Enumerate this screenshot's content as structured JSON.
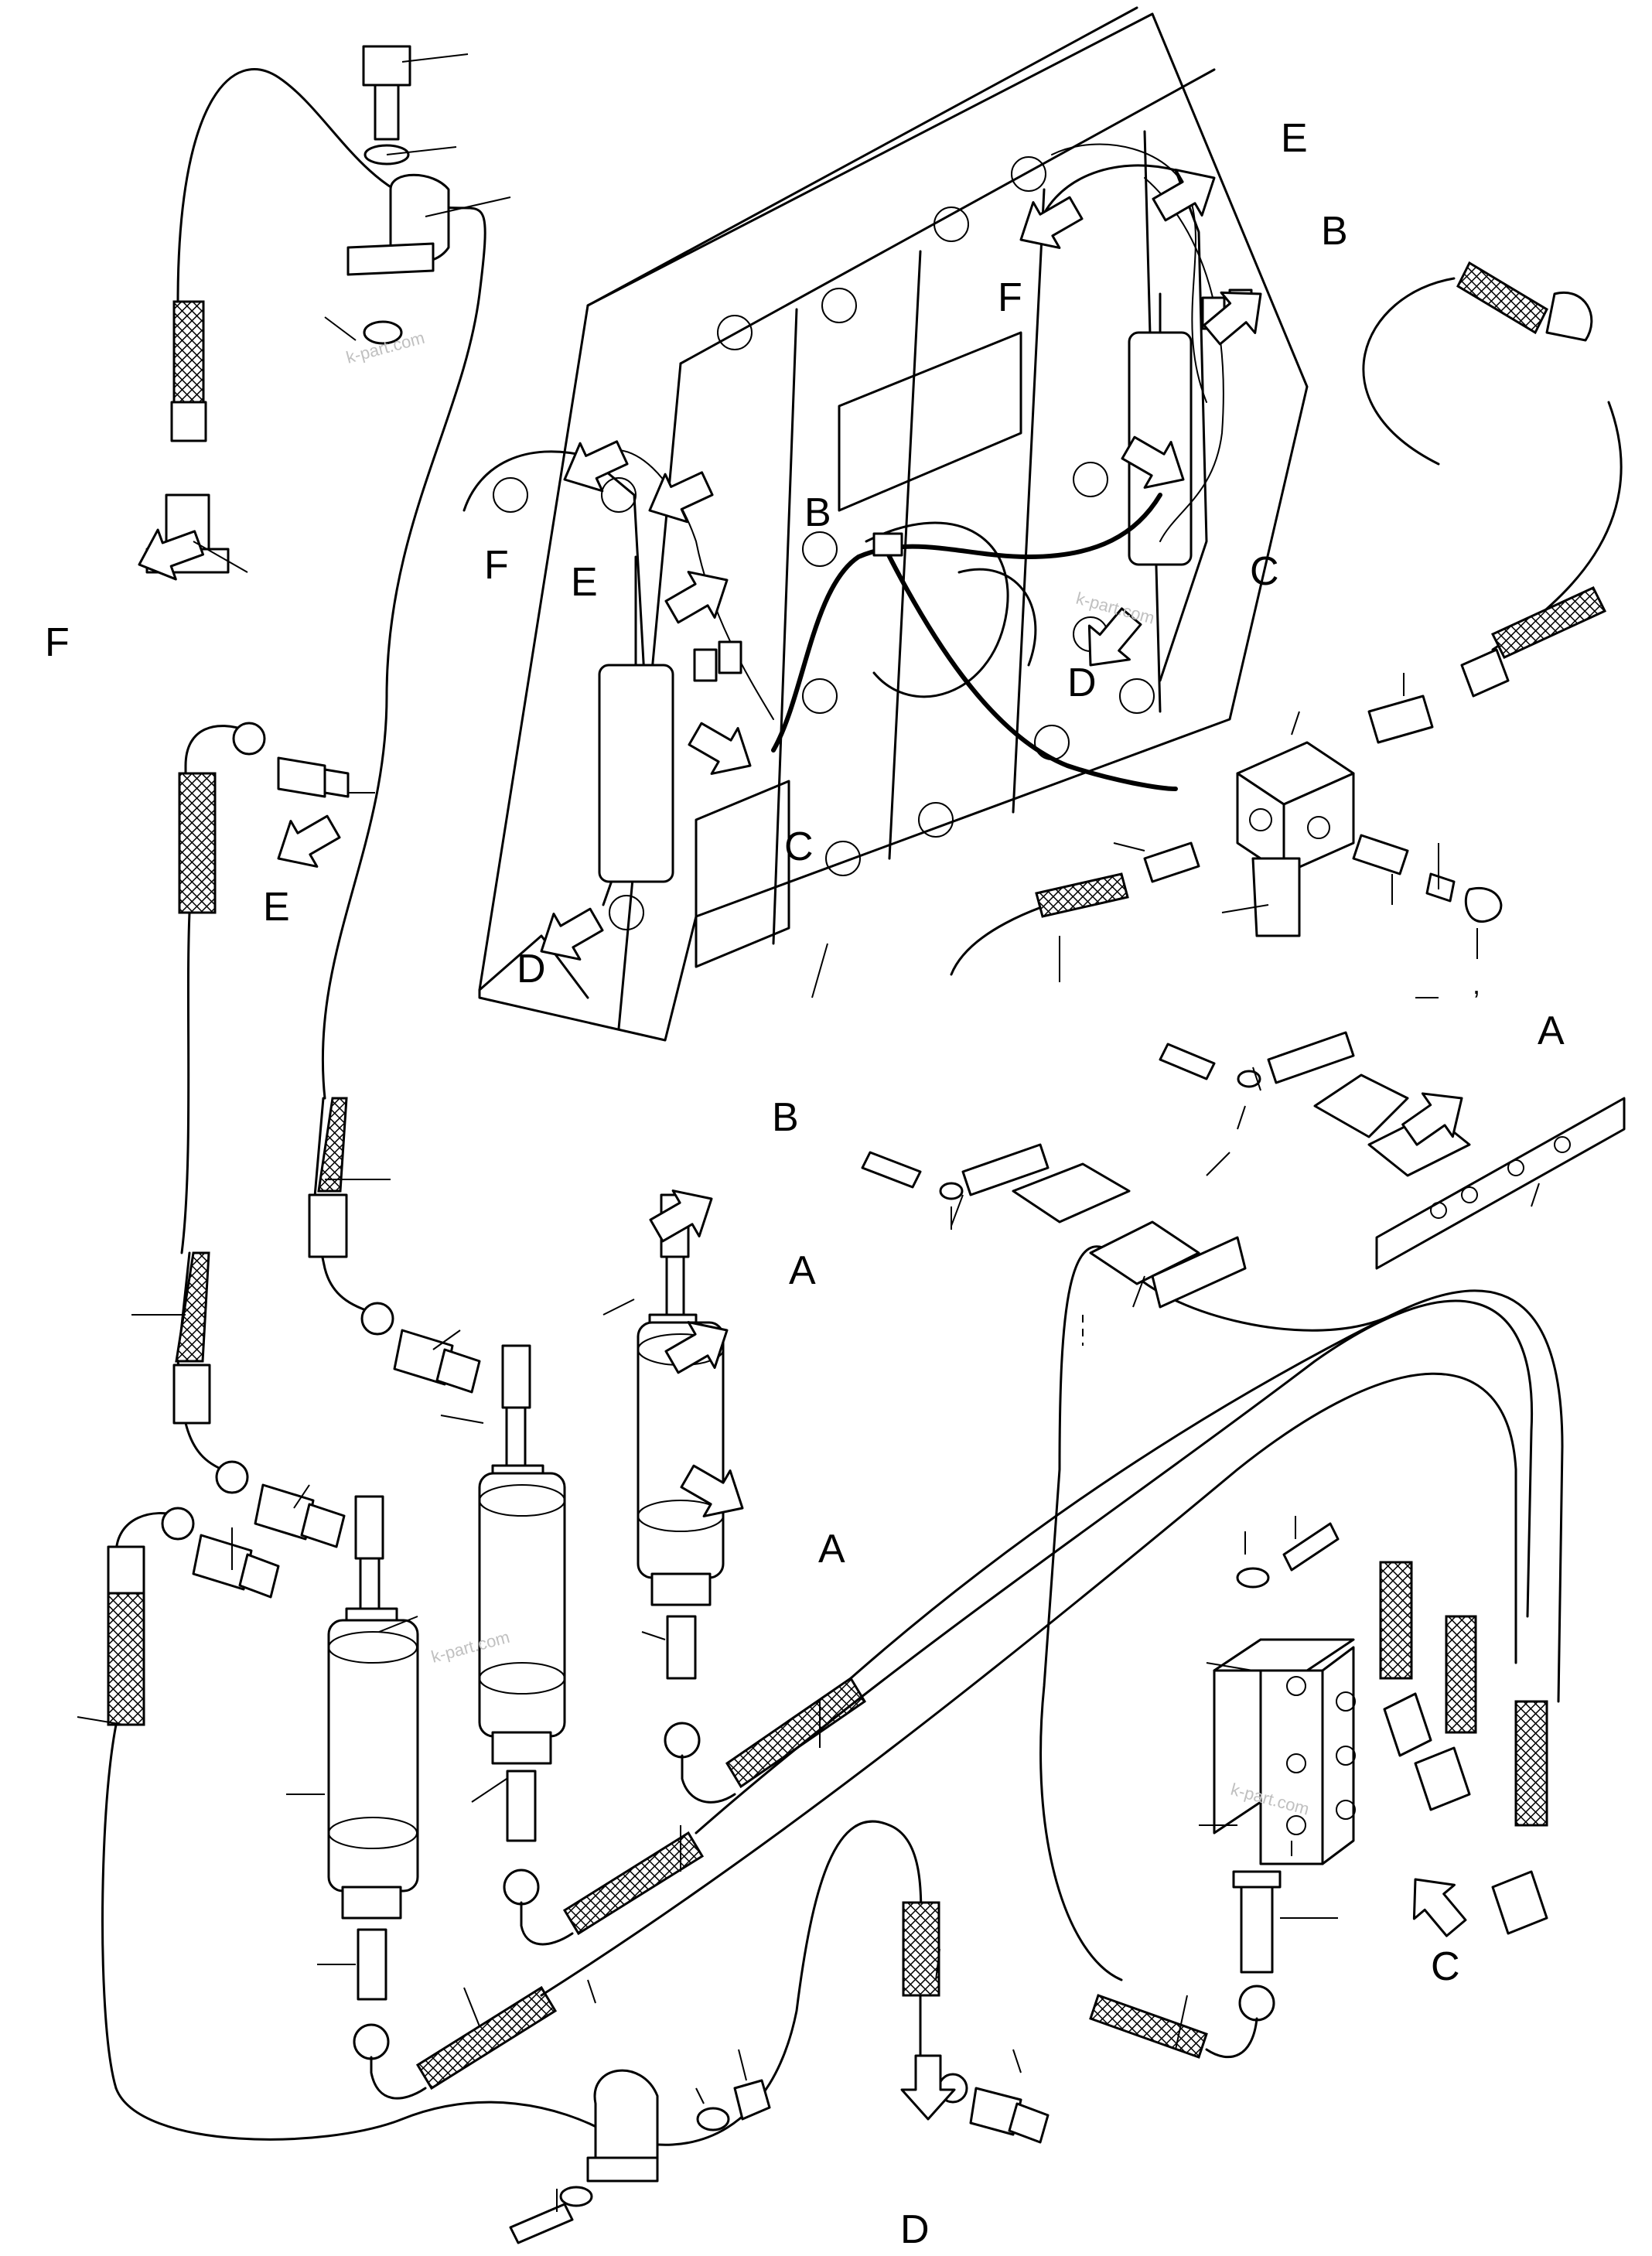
{
  "callouts": {
    "a": "A",
    "b": "B",
    "c": "C",
    "d": "D",
    "e": "E",
    "f": "F"
  },
  "watermark": "k-part.com",
  "stray_mark": ","
}
